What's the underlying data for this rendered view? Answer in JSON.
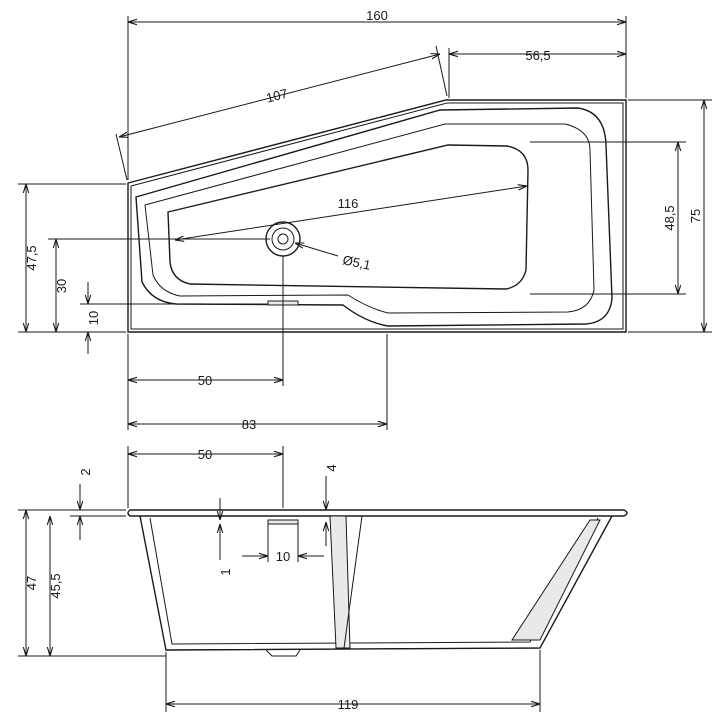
{
  "title": "",
  "top_view": {
    "dims": {
      "width_total": "160",
      "short_side": "56,5",
      "slope": "107",
      "depth_total": "75",
      "depth_left": "47,5",
      "inner_width": "48,5",
      "inner_length": "116",
      "drain_diameter": "Ø5,1",
      "drain_from_front": "30",
      "overflow_from_front": "10",
      "drain_from_left": "50",
      "step_from_left": "83"
    }
  },
  "side_view": {
    "dims": {
      "drain_from_left": "50",
      "rim_thickness": "2",
      "overflow_depth": "4",
      "height_total": "47",
      "height_inner": "45,5",
      "drain_offset": "1",
      "overflow_width": "10",
      "bottom_length": "119"
    }
  }
}
